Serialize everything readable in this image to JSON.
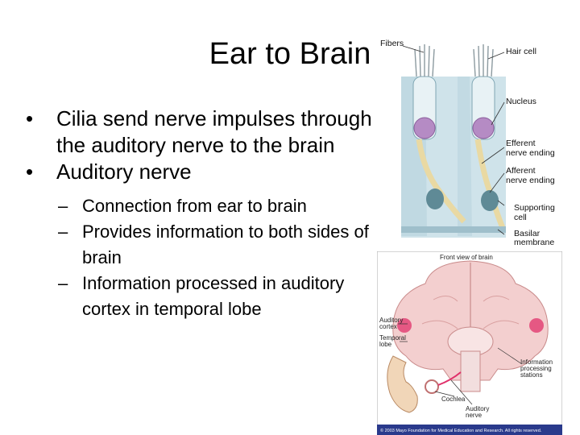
{
  "slide": {
    "title": "Ear to Brain",
    "bullets": [
      {
        "text": "Cilia send nerve impulses through the auditory nerve to the brain"
      },
      {
        "text": "Auditory nerve",
        "sub": [
          "Connection from ear to brain",
          "Provides information to both sides of brain",
          "Information processed in auditory cortex in temporal lobe"
        ]
      }
    ],
    "bullet_symbol": "•",
    "dash_symbol": "–"
  },
  "figure_cell": {
    "labels": {
      "fibers": "Fibers",
      "hair_cell": "Hair cell",
      "nucleus": "Nucleus",
      "efferent_1": "Efferent",
      "efferent_2": "nerve ending",
      "afferent_1": "Afferent",
      "afferent_2": "nerve ending",
      "supporting_1": "Supporting",
      "supporting_2": "cell",
      "basilar_1": "Basilar",
      "basilar_2": "membrane"
    },
    "colors": {
      "cell": "#cfe3ea",
      "nucleus": "#b58bc4",
      "nerve": "#e9d9a3"
    }
  },
  "figure_brain": {
    "labels": {
      "front_view": "Front view of brain",
      "auditory_cortex_1": "Auditory",
      "auditory_cortex_2": "cortex",
      "temporal_lobe_1": "Temporal",
      "temporal_lobe_2": "lobe",
      "info_1": "Information",
      "info_2": "processing",
      "info_3": "stations",
      "cochlea": "Cochlea",
      "auditory_nerve_1": "Auditory",
      "auditory_nerve_2": "nerve",
      "credit": "© 2003 Mayo Foundation for Medical Education and Research. All rights reserved."
    },
    "colors": {
      "brain": "#f3cfcf",
      "highlight": "#e0306a",
      "footer": "#2a3a8c"
    }
  }
}
